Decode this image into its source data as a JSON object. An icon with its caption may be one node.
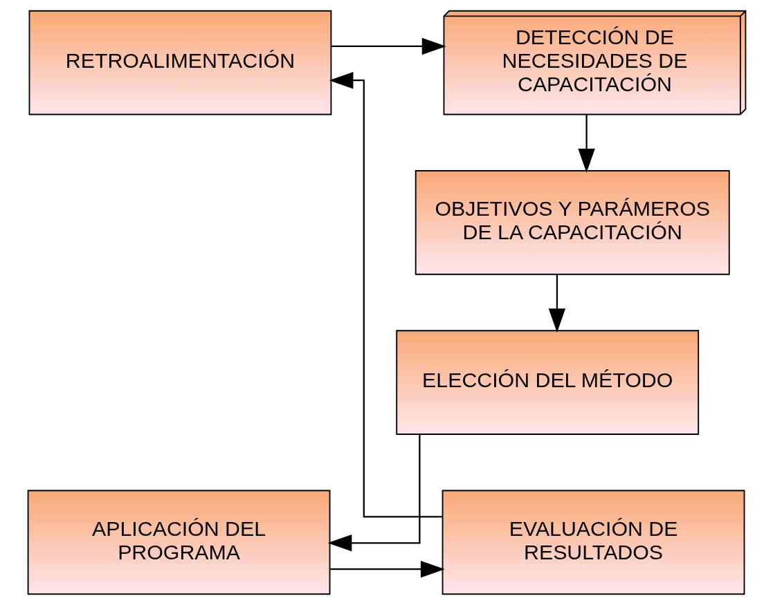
{
  "diagram": {
    "nodes": [
      {
        "text": [
          "DETECCIÓN DE NECESIDADES DE CAPACITACIÓN"
        ]
      },
      {
        "text": [
          "RETROALIMENTACIÓN"
        ]
      },
      {
        "text": [
          "OBJETIVOS Y PARÁMEROS DE LA CAPACITACIÓN"
        ]
      },
      {
        "text": [
          "ELECCIÓN DEL MÉTODO"
        ]
      },
      {
        "text": [
          "APLICACIÓN DEL PROGRAMA"
        ]
      },
      {
        "text": [
          "EVALUACIÓN DE RESULTADOS"
        ]
      }
    ],
    "edges": [
      {
        "from": 0,
        "to": 2,
        "arrow": "to"
      },
      {
        "from": 2,
        "to": 3,
        "arrow": "to"
      },
      {
        "from": 3,
        "to": 4,
        "arrow": "to"
      },
      {
        "from": 4,
        "to": 5,
        "arrow": "to"
      },
      {
        "from": 5,
        "to": 1,
        "arrow": "to"
      },
      {
        "from": 1,
        "to": 0,
        "arrow": "to"
      }
    ]
  }
}
